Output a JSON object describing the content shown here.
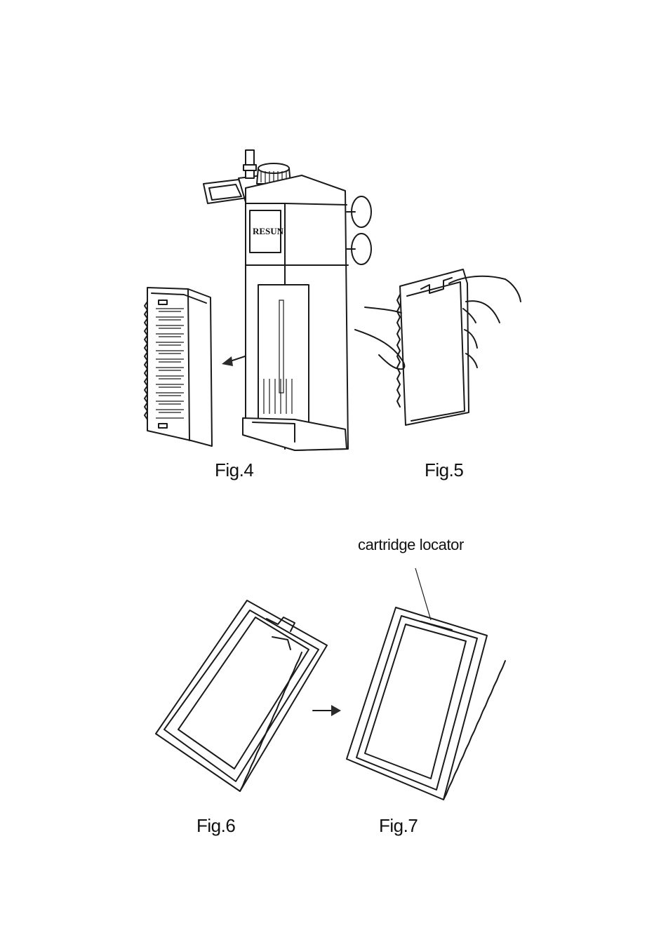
{
  "figures": {
    "fig4": {
      "caption": "Fig.4",
      "logo_text": "RESUN"
    },
    "fig5": {
      "caption": "Fig.5"
    },
    "fig6": {
      "caption": "Fig.6"
    },
    "fig7": {
      "caption": "Fig.7",
      "callout": "cartridge locator"
    }
  }
}
